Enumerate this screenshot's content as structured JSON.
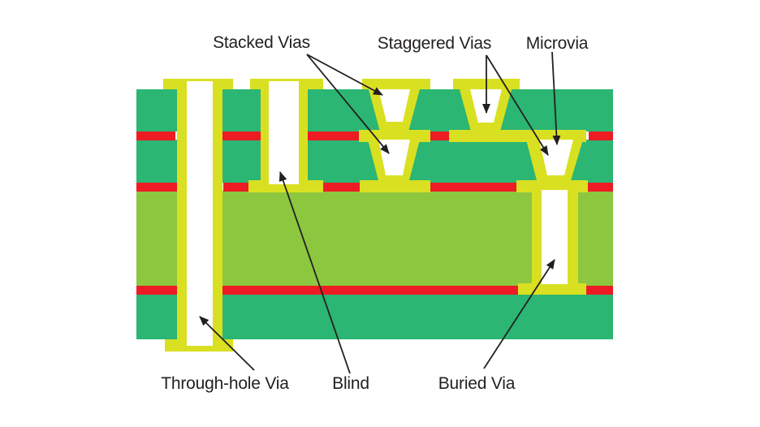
{
  "diagram": {
    "labels": {
      "stacked": "Stacked Vias",
      "staggered": "Staggered Vias",
      "microvia": "Microvia",
      "through_hole": "Through-hole Via",
      "blind": "Blind",
      "buried": "Buried Via"
    },
    "colors": {
      "substrate_green": "#2bb673",
      "core_green": "#8dc63f",
      "plating_yellow": "#d9e021",
      "copper_red": "#ed1c24",
      "hole_white": "#ffffff",
      "annotation_black": "#231f20",
      "background": "#ffffff"
    }
  }
}
